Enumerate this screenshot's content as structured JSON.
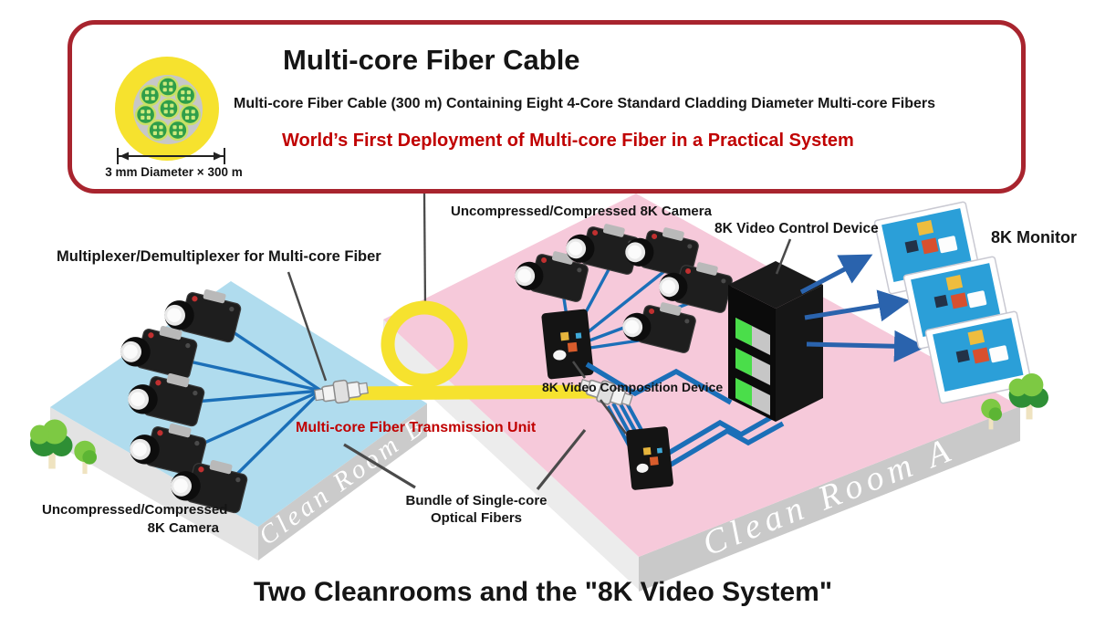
{
  "info_box": {
    "title": "Multi-core Fiber Cable",
    "description": "Multi-core Fiber Cable (300 m) Containing Eight 4-Core Standard Cladding Diameter Multi-core Fibers",
    "highlight": "World’s First Deployment of Multi-core Fiber in a Practical System",
    "cable_dimension": "3 mm Diameter × 300 m",
    "fibers_in_cable": 8,
    "cores_per_fiber": 4,
    "border_color": "#a8242e",
    "highlight_color": "#c00000",
    "fiber_jacket_color": "#f6e22e"
  },
  "diagram": {
    "caption": "Two Cleanrooms and the \"8K Video System\"",
    "room_a": {
      "name": "Clean Room A",
      "floor_color": "#f6c9da",
      "camera_label": "Uncompressed/Compressed 8K Camera",
      "camera_count": 5,
      "composition_device_label": "8K Video Composition Device",
      "control_device_label": "8K Video Control Device",
      "monitor_label": "8K Monitor",
      "monitor_count": 3
    },
    "room_b": {
      "name": "Clean Room B",
      "floor_color": "#b0dcee",
      "camera_label_line1": "Uncompressed/Compressed",
      "camera_label_line2": "8K Camera",
      "camera_count": 5
    },
    "fiber_link": {
      "multiplexer_label": "Multiplexer/Demultiplexer for Multi-core Fiber",
      "transmission_label": "Multi-core Fiber Transmission Unit",
      "bundle_label_line1": "Bundle of Single-core",
      "bundle_label_line2": "Optical Fibers",
      "cable_color": "#f6e22e",
      "patch_cable_color": "#1b6fb8",
      "accent_color": "#c40000"
    }
  }
}
